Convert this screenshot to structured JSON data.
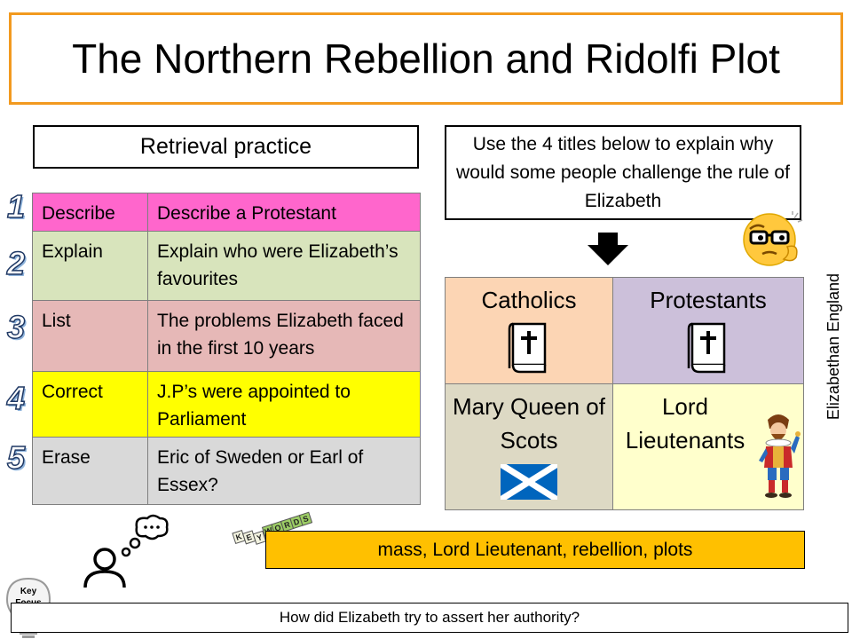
{
  "title": "The Northern Rebellion and Ridolfi Plot",
  "retrieval": {
    "heading": "Retrieval practice",
    "rows": [
      {
        "num": "1",
        "task": "Describe",
        "question": "Describe a Protestant",
        "color": "#ff66cc"
      },
      {
        "num": "2",
        "task": "Explain",
        "question": "Explain who were Elizabeth’s favourites",
        "color": "#d8e4bc"
      },
      {
        "num": "3",
        "task": "List",
        "question": "The problems Elizabeth faced in the first 10 years",
        "color": "#e6b8b7"
      },
      {
        "num": "4",
        "task": "Correct",
        "question": "J.P’s were appointed to Parliament",
        "color": "#ffff00"
      },
      {
        "num": "5",
        "task": "Erase",
        "question": "Eric of Sweden or Earl of Essex?",
        "color": "#d9d9d9"
      }
    ]
  },
  "instruction": "Use the 4 titles below to explain why would some people challenge the rule of Elizabeth",
  "grid": {
    "cells": [
      {
        "label": "Catholics",
        "color": "#fcd5b4",
        "icon": "bible-icon"
      },
      {
        "label": "Protestants",
        "color": "#ccc0da",
        "icon": "bible-icon"
      },
      {
        "label": "Mary Queen of Scots",
        "color": "#ddd9c4",
        "icon": "scotland-flag-icon"
      },
      {
        "label": "Lord Lieutenants",
        "color": "#ffffcc",
        "icon": "tudor-man-icon"
      }
    ]
  },
  "keywords": {
    "tile_letters": [
      "K",
      "E",
      "Y",
      "W",
      "O",
      "R",
      "D",
      "S"
    ],
    "text": "mass, Lord Lieutenant, rebellion, plots"
  },
  "key_focus": {
    "badge": "Key Focus",
    "question": "How did Elizabeth try to assert her authority?"
  },
  "side_label": "Elizabethan England",
  "colors": {
    "title_border": "#f29a1f",
    "keywords_bar": "#ffc000",
    "number_outline": "#1f3864"
  }
}
